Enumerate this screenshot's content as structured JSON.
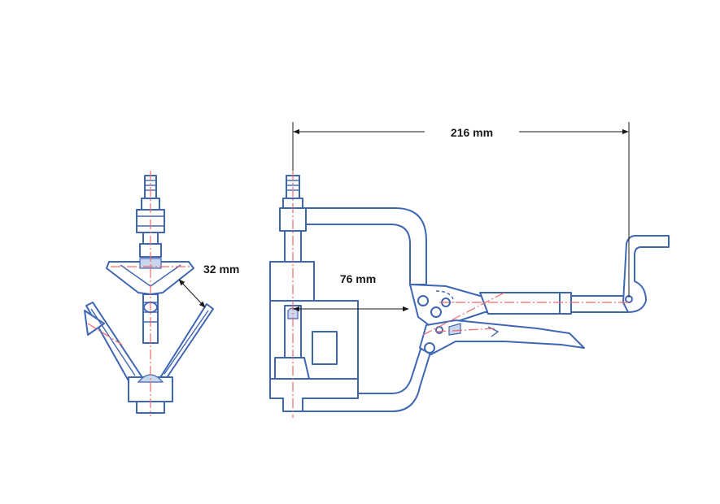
{
  "dimensions": {
    "overall_length": "216 mm",
    "throat_depth": "76 mm",
    "jaw_opening": "32 mm"
  },
  "colors": {
    "outline": "#3f66b3",
    "centerline": "#ee6a6a",
    "dimension": "#1a1a1a",
    "background": "#ffffff"
  }
}
